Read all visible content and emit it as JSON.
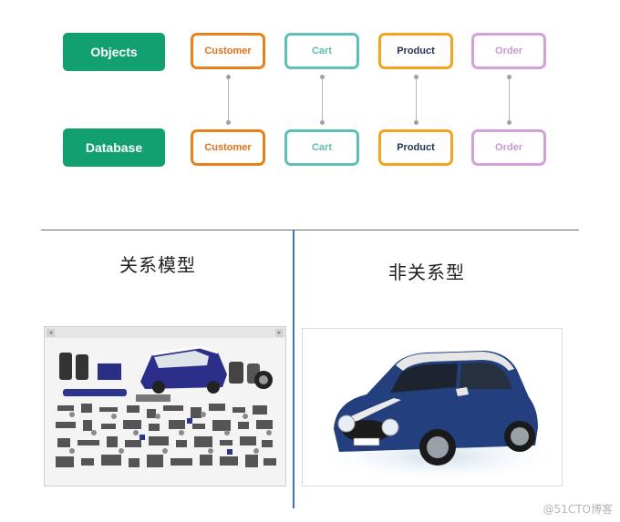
{
  "rows": {
    "objects_label": "Objects",
    "database_label": "Database"
  },
  "entities": [
    {
      "label": "Customer",
      "color": "#e8801c",
      "text_color": "#e0701a"
    },
    {
      "label": "Cart",
      "color": "#5dc0b6",
      "text_color": "#5bbcb2"
    },
    {
      "label": "Product",
      "color": "#f2a41c",
      "text_color": "#1f3250"
    },
    {
      "label": "Order",
      "color": "#d4a0dc",
      "text_color": "#c49ad0"
    }
  ],
  "colors": {
    "green": "#13a070",
    "divider": "#6e6e6e",
    "vertical_divider": "#3b6fd0"
  },
  "panels": {
    "left_heading": "关系模型",
    "right_heading": "非关系型"
  },
  "watermark": "@51CTO博客"
}
